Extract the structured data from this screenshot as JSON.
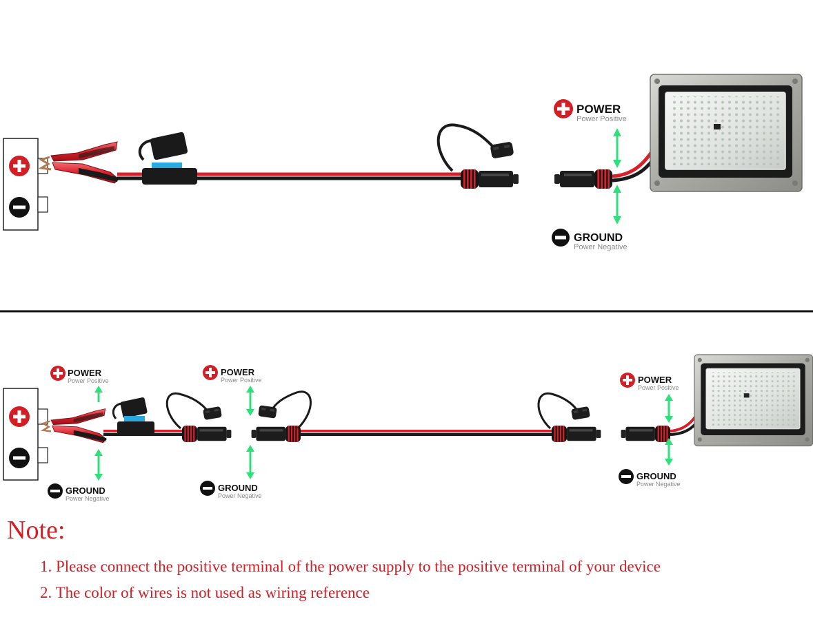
{
  "labels": {
    "power": "POWER",
    "power_sub": "Power Positive",
    "ground": "GROUND",
    "ground_sub": "Power Negative"
  },
  "terminals": {
    "plus_symbol": "+",
    "minus_symbol": "−"
  },
  "icons": [
    "plus-circle-icon",
    "minus-circle-icon",
    "green-arrow-icon",
    "flood-light-icon",
    "alligator-clip-icon",
    "fuse-holder-icon",
    "sae-connector-icon"
  ],
  "colors": {
    "wire_red": "#d8202a",
    "wire_black": "#1a1a1a",
    "arrow_green": "#2ee07a",
    "fuse_blue": "#2aa8e0",
    "note_red": "#d11f25"
  },
  "notes": {
    "title": "Note:",
    "items": [
      "1. Please connect the positive terminal of the power supply to the positive terminal of your device",
      "2. The color of wires is not used as wiring reference"
    ]
  }
}
